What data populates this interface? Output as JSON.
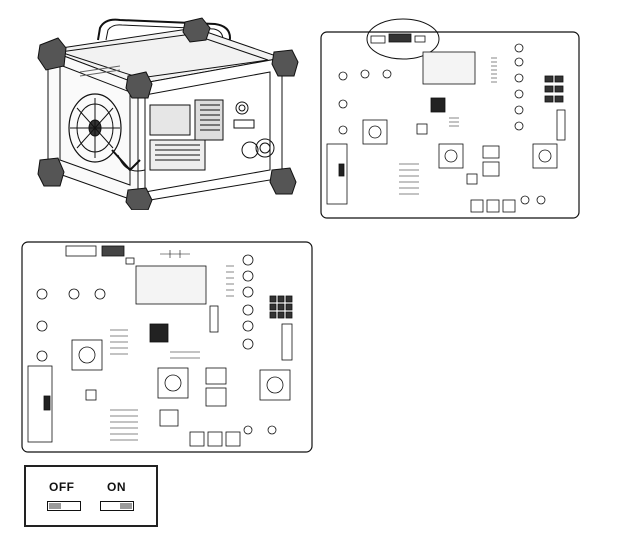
{
  "figure": {
    "components": [
      {
        "name": "unit-isometric-drawing"
      },
      {
        "name": "circuit-board-detail"
      },
      {
        "name": "circuit-board-large"
      },
      {
        "name": "power-switch-legend"
      }
    ],
    "switch_legend": {
      "off_label": "OFF",
      "on_label": "ON"
    }
  }
}
